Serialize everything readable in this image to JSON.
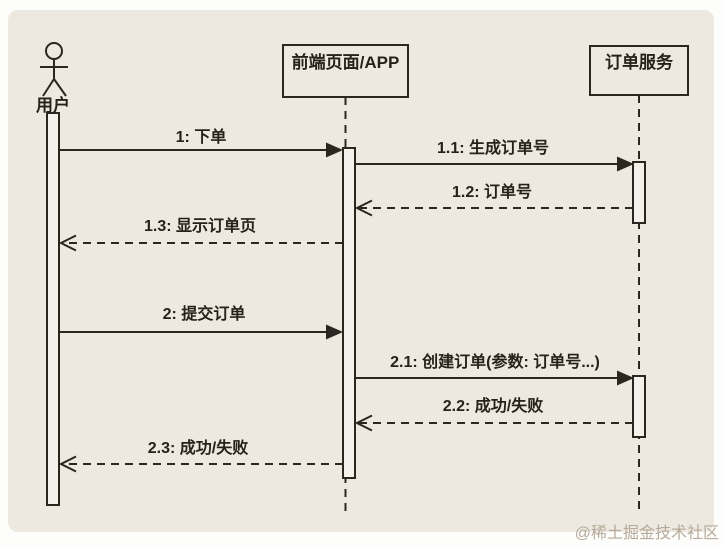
{
  "diagram": {
    "type": "uml-sequence",
    "panel_background": "#EDE9E1",
    "line_color": "#2B2620",
    "lifelines": [
      {
        "id": "user",
        "label": "用户",
        "kind": "actor"
      },
      {
        "id": "frontend",
        "label": "前端页面/APP",
        "kind": "participant"
      },
      {
        "id": "order-service",
        "label": "订单服务",
        "kind": "participant"
      }
    ],
    "messages": [
      {
        "label": "1: 下单",
        "from": "用户",
        "to": "前端页面/APP",
        "line": "solid"
      },
      {
        "label": "1.1: 生成订单号",
        "from": "前端页面/APP",
        "to": "订单服务",
        "line": "solid"
      },
      {
        "label": "1.2: 订单号",
        "from": "订单服务",
        "to": "前端页面/APP",
        "line": "dashed"
      },
      {
        "label": "1.3: 显示订单页",
        "from": "前端页面/APP",
        "to": "用户",
        "line": "dashed"
      },
      {
        "label": "2: 提交订单",
        "from": "用户",
        "to": "前端页面/APP",
        "line": "solid"
      },
      {
        "label": "2.1: 创建订单(参数: 订单号...)",
        "from": "前端页面/APP",
        "to": "订单服务",
        "line": "solid"
      },
      {
        "label": "2.2: 成功/失败",
        "from": "订单服务",
        "to": "前端页面/APP",
        "line": "dashed"
      },
      {
        "label": "2.3: 成功/失败",
        "from": "前端页面/APP",
        "to": "用户",
        "line": "dashed"
      }
    ],
    "watermark": "@稀土掘金技术社区",
    "colors": {
      "canvas": "#FDFDFC",
      "panel": "#EDE9E1",
      "line": "#2B2620",
      "activation_fill": "#F4F1EA",
      "watermark": "#B5AA99"
    }
  }
}
